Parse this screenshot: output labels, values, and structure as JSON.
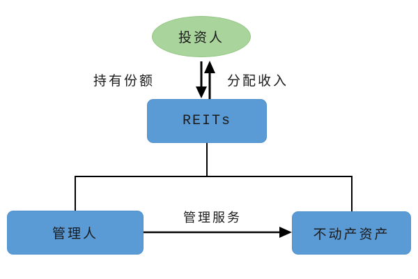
{
  "diagram": {
    "nodes": {
      "investor": {
        "label": "投资人",
        "shape": "ellipse",
        "fill": "#a9d49c"
      },
      "reits": {
        "label": "REITs",
        "shape": "rounded-rect",
        "fill": "#5b9bd5"
      },
      "manager": {
        "label": "管理人",
        "shape": "rounded-rect",
        "fill": "#5b9bd5"
      },
      "real_estate": {
        "label": "不动产资产",
        "shape": "rounded-rect",
        "fill": "#5b9bd5"
      }
    },
    "edges": {
      "hold_shares": {
        "label": "持有份额",
        "from": "investor",
        "to": "reits",
        "arrow": "down"
      },
      "distribute_income": {
        "label": "分配收入",
        "from": "reits",
        "to": "investor",
        "arrow": "up"
      },
      "management_service": {
        "label": "管理服务",
        "from": "manager",
        "to": "real_estate",
        "arrow": "right"
      },
      "reits_to_manager": {
        "label": "",
        "from": "reits",
        "to": "manager"
      },
      "reits_to_real_estate": {
        "label": "",
        "from": "reits",
        "to": "real_estate"
      }
    },
    "colors": {
      "background": "#ffffff",
      "line": "#000000",
      "text": "#1a1a1a",
      "node_blue": "#5b9bd5",
      "node_green": "#a9d49c"
    }
  }
}
